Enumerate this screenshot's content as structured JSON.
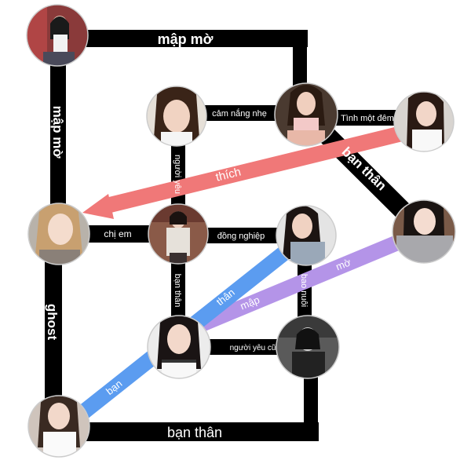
{
  "colors": {
    "background": "#ffffff",
    "connector_black": "#000000",
    "connector_red": "#f07878",
    "connector_blue": "#5b9cf0",
    "connector_purple": "#b494e8",
    "node_ring": "#cccccc"
  },
  "nodes": [
    {
      "id": "n1",
      "kind": "photo",
      "description": "woman-on-chair-photo"
    },
    {
      "id": "n2",
      "kind": "photo",
      "description": "woman-smiling-photo"
    },
    {
      "id": "n3",
      "kind": "photo",
      "description": "woman-pink-top-photo"
    },
    {
      "id": "n4",
      "kind": "photo",
      "description": "woman-bangs-photo"
    },
    {
      "id": "n5",
      "kind": "photo",
      "description": "woman-blonde-photo"
    },
    {
      "id": "n6",
      "kind": "photo",
      "description": "woman-street-photo"
    },
    {
      "id": "n7",
      "kind": "photo",
      "description": "woman-jacket-photo"
    },
    {
      "id": "n8",
      "kind": "photo",
      "description": "woman-sweater-photo"
    },
    {
      "id": "n9",
      "kind": "photo",
      "description": "woman-dark-hair-photo"
    },
    {
      "id": "n10",
      "kind": "photo",
      "description": "woman-black-white-photo"
    },
    {
      "id": "n11",
      "kind": "photo",
      "description": "woman-white-dress-photo"
    }
  ],
  "relations": {
    "top": "mập mờ",
    "left_top": "mập mờ",
    "left_bottom": "ghost",
    "bottom": "bạn thân",
    "cam_nang": "cảm nắng nhẹ",
    "tinh_mot_dem": "Tình một đêm",
    "ban_than_diag": "bạn thân",
    "thich": "thích",
    "nguoi_yeu": "người yêu",
    "chi_em": "chị em",
    "dong_nghiep": "đồng nghiệp",
    "ban_than_v": "bạn thân",
    "bao_nuoi": "bao nuôi",
    "than_ban_blue_1": "thân",
    "than_ban_blue_2": "bạn",
    "map_mo_purple_1": "mập",
    "map_mo_purple_2": "mờ",
    "nguoi_yeu_cu": "người yêu cũ"
  }
}
